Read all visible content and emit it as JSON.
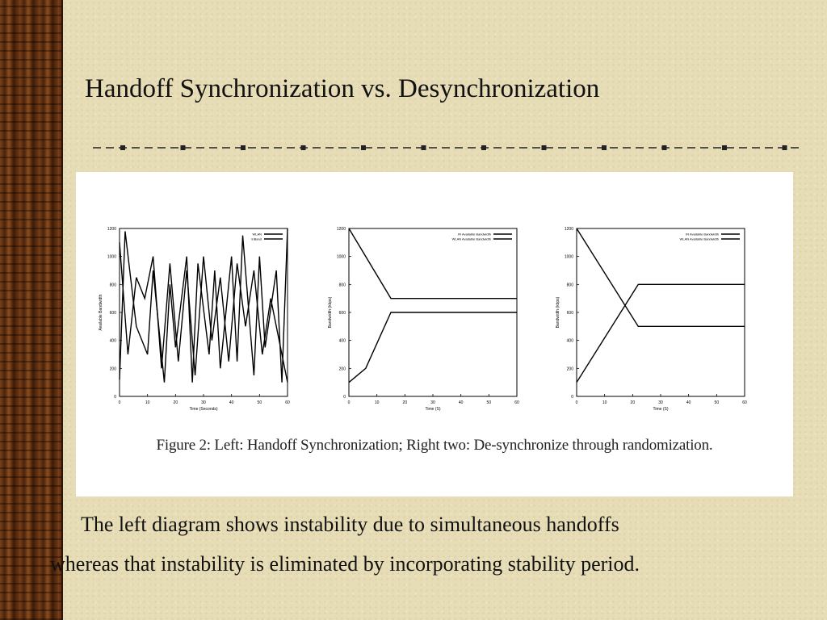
{
  "slide": {
    "title": "Handoff Synchronization vs. Desynchronization",
    "caption": "Figure 2:  Left:  Handoff Synchronization; Right two:  De-synchronize through randomization.",
    "body_lines": [
      "The left diagram shows instability due to simultaneous handoffs",
      "whereas that instability is eliminated by incorporating stability period."
    ]
  },
  "colors": {
    "background": "#e6dcb6",
    "wood": "#5a2e12",
    "figure_bg": "#ffffff",
    "ink": "#111111"
  },
  "chart_data": [
    {
      "type": "line",
      "title": "",
      "xlabel": "Time (Seconds)",
      "ylabel": "Available Bandwidth",
      "xlim": [
        0,
        60
      ],
      "ylim": [
        0,
        1200
      ],
      "xticks": [
        0,
        10,
        20,
        30,
        40,
        50,
        60
      ],
      "yticks": [
        0,
        200,
        400,
        600,
        800,
        1000,
        1200
      ],
      "legend_position": "top-right",
      "series": [
        {
          "name": "WLAN",
          "x": [
            0,
            2,
            6,
            10,
            12,
            16,
            18,
            20,
            24,
            26,
            28,
            32,
            34,
            36,
            40,
            42,
            44,
            48,
            50,
            52,
            56,
            58,
            60
          ],
          "y": [
            120,
            1180,
            500,
            300,
            900,
            100,
            800,
            350,
            1000,
            100,
            950,
            300,
            900,
            200,
            1000,
            250,
            1150,
            150,
            1000,
            350,
            900,
            100,
            1200
          ]
        },
        {
          "name": "InBand",
          "x": [
            0,
            3,
            6,
            9,
            12,
            15,
            18,
            21,
            24,
            27,
            30,
            33,
            36,
            39,
            42,
            45,
            48,
            51,
            54,
            57,
            60
          ],
          "y": [
            1100,
            300,
            850,
            700,
            1000,
            200,
            950,
            250,
            900,
            150,
            1000,
            400,
            850,
            250,
            950,
            500,
            900,
            300,
            700,
            400,
            100
          ]
        }
      ]
    },
    {
      "type": "line",
      "title": "",
      "xlabel": "Time (S)",
      "ylabel": "Bandwidth (kbps)",
      "xlim": [
        0,
        60
      ],
      "ylim": [
        0,
        1200
      ],
      "xticks": [
        0,
        10,
        20,
        30,
        40,
        50,
        60
      ],
      "yticks": [
        0,
        200,
        400,
        600,
        800,
        1000,
        1200
      ],
      "legend_position": "top-right",
      "series": [
        {
          "name": "IR Available Bandwidth",
          "x": [
            0,
            15,
            60
          ],
          "y": [
            1200,
            700,
            700
          ]
        },
        {
          "name": "WLAN Available Bandwidth",
          "x": [
            0,
            6,
            15,
            60
          ],
          "y": [
            100,
            200,
            600,
            600
          ]
        }
      ]
    },
    {
      "type": "line",
      "title": "",
      "xlabel": "Time (S)",
      "ylabel": "Bandwidth (kbps)",
      "xlim": [
        0,
        60
      ],
      "ylim": [
        0,
        1200
      ],
      "xticks": [
        0,
        10,
        20,
        30,
        40,
        50,
        60
      ],
      "yticks": [
        0,
        200,
        400,
        600,
        800,
        1000,
        1200
      ],
      "legend_position": "top-right",
      "series": [
        {
          "name": "IR Available Bandwidth",
          "x": [
            0,
            22,
            60
          ],
          "y": [
            1200,
            500,
            500
          ]
        },
        {
          "name": "WLAN Available Bandwidth",
          "x": [
            0,
            22,
            60
          ],
          "y": [
            100,
            800,
            800
          ]
        }
      ]
    }
  ]
}
